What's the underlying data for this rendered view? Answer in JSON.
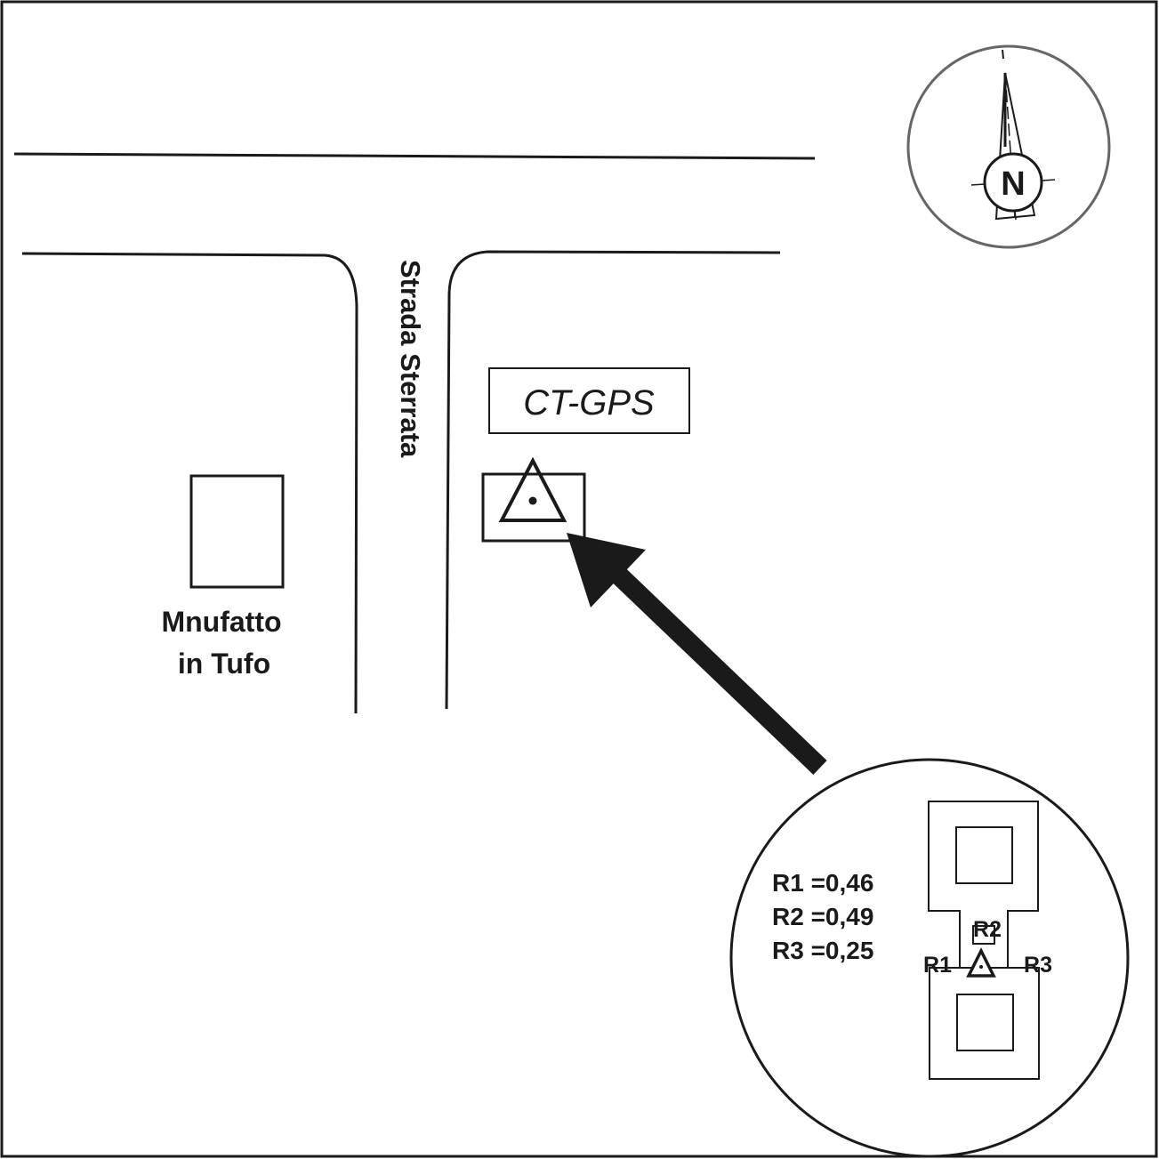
{
  "map": {
    "road_label": "Strada Sterrata",
    "building": {
      "label_line1": "Mnufatto",
      "label_line2": "in Tufo"
    },
    "station": {
      "label": "CT-GPS"
    },
    "compass": {
      "north_label": "N"
    },
    "inset": {
      "distances": [
        "R1 =0,46",
        "R2 =0,49",
        "R3 =0,25"
      ],
      "point_labels": {
        "r1": "R1",
        "r2": "R2",
        "r3": "R3"
      }
    }
  },
  "colors": {
    "ink": "#1a1a1a",
    "compass_ring": "#666666",
    "background": "#ffffff"
  }
}
